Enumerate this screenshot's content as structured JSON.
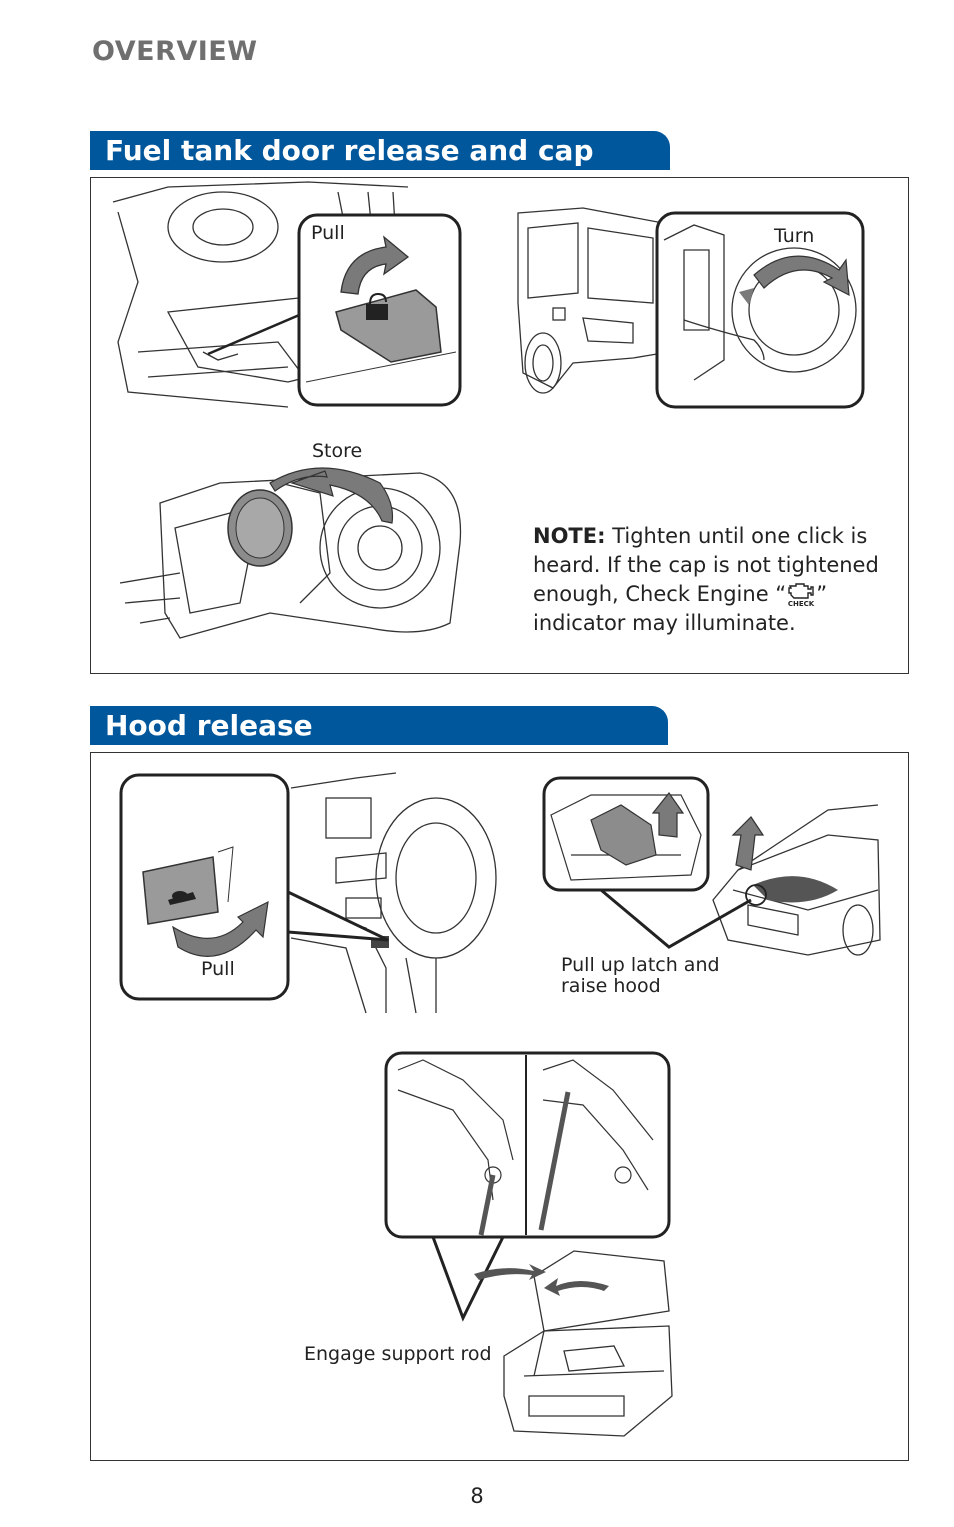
{
  "header": {
    "section": "OVERVIEW"
  },
  "fuel": {
    "title": "Fuel tank door release and cap",
    "labels": {
      "pull": "Pull",
      "turn": "Turn",
      "store": "Store"
    },
    "note": {
      "prefix": "NOTE:",
      "text_before_icon": "Tighten until one click is heard. If the cap is not tightened enough, Check Engine “",
      "icon": "check-engine-icon",
      "icon_caption": "CHECK",
      "text_after_icon": "” indicator may illuminate."
    }
  },
  "hood": {
    "title": "Hood release",
    "labels": {
      "pull": "Pull",
      "latch_line1": "Pull up latch and",
      "latch_line2": "raise hood",
      "support": "Engage support rod"
    }
  },
  "footer": {
    "page_number": "8"
  },
  "colors": {
    "section_blue": "#00579c",
    "header_gray": "#6f6f6f",
    "arrow_gray": "#7a7a7a"
  }
}
